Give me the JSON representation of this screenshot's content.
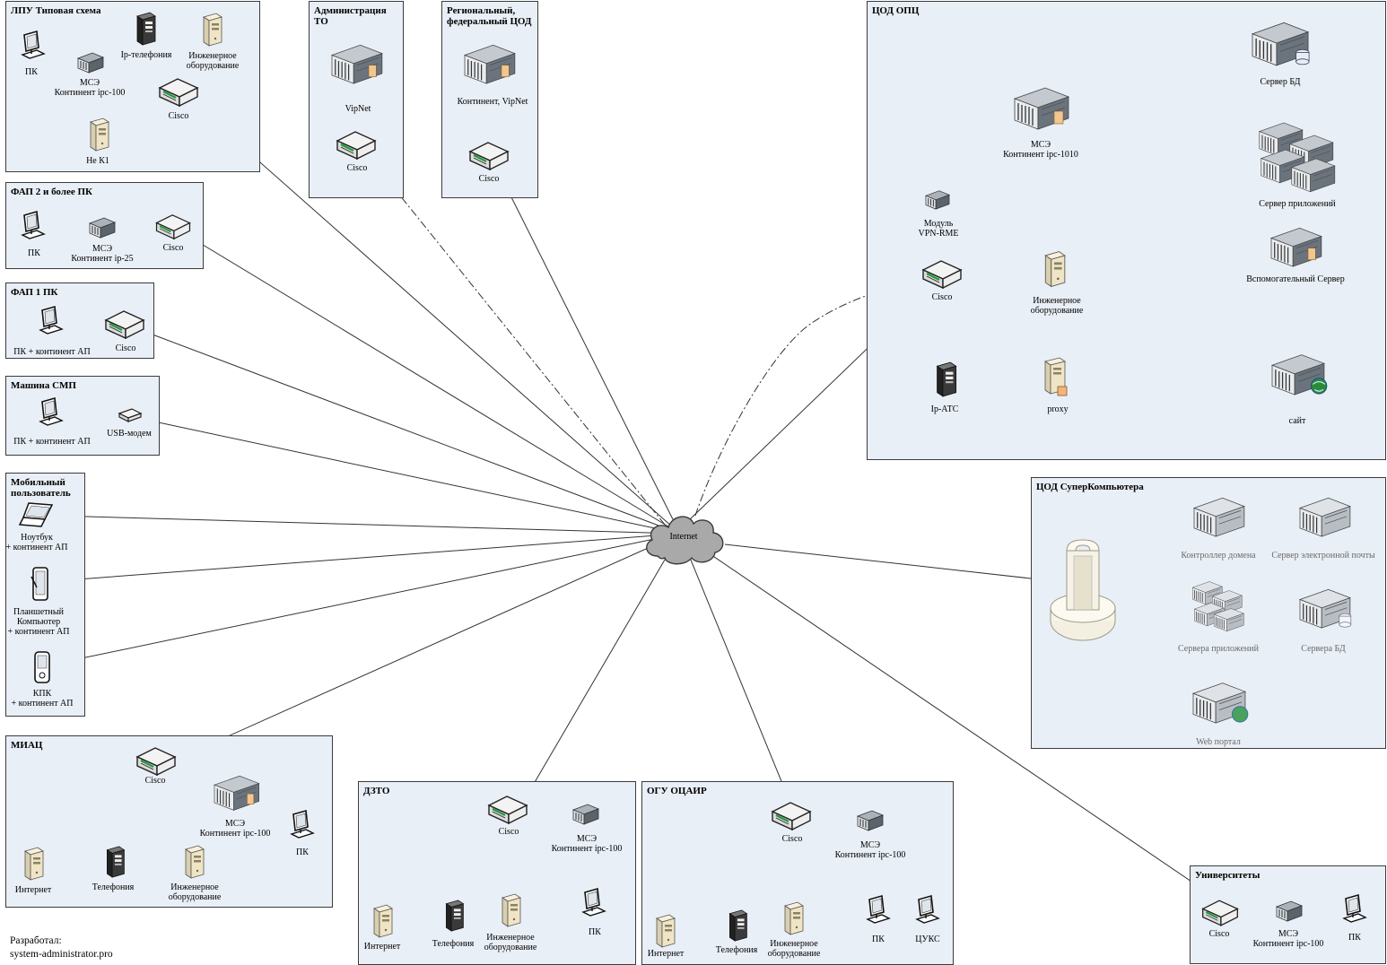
{
  "groups": {
    "lpu": "ЛПУ Типовая схема",
    "adm": "Администрация ТО",
    "reg": "Региональный,\nфедеральный ЦОД",
    "cod": "ЦОД ОПЦ",
    "fap2": "ФАП 2 и более ПК",
    "fap1": "ФАП 1 ПК",
    "smp": "Машина СМП",
    "mob": "Мобильный\nпользователь",
    "super": "ЦОД СуперКомпьютера",
    "miac": "МИАЦ",
    "dzto": "ДЗТО",
    "ogu": "ОГУ ОЦАИР",
    "univ": "Университеты"
  },
  "labels": {
    "lpu_pc": "ПК",
    "lpu_fw": "МСЭ\nКонтинент ipc-100",
    "lpu_ipt": "Ip-телефония",
    "lpu_eng": "Инженерное\nоборудование",
    "lpu_cisco": "Cisco",
    "lpu_k1": "Не К1",
    "adm_vipnet": "VipNet",
    "adm_cisco": "Cisco",
    "reg_srv": "Континент, VipNet",
    "reg_cisco": "Cisco",
    "fap2_pc": "ПК",
    "fap2_fw": "МСЭ\nКонтинент ip-25",
    "fap2_cisco": "Cisco",
    "fap1_pc": "ПК + континент АП",
    "fap1_cisco": "Cisco",
    "smp_pc": "ПК + континент АП",
    "smp_usb": "USB-модем",
    "mob_laptop": "Ноутбук\n+ континент АП",
    "mob_tablet": "Планшетный\nКомпьютер\n+ континент АП",
    "mob_pda": "КПК\n+ континент АП",
    "internet": "Internet",
    "cod_db": "Сервер БД",
    "cod_fw": "МСЭ\nКонтинент ipc-1010",
    "cod_app": "Сервер приложений",
    "cod_vpn": "Модуль\nVPN-RME",
    "cod_aux": "Вспомогательный Сервер",
    "cod_cisco": "Cisco",
    "cod_eng": "Инженерное\nоборудование",
    "cod_atc": "Ip-АТС",
    "cod_proxy": "proxy",
    "cod_site": "сайт",
    "sup_dc": "Контроллер домена",
    "sup_mail": "Сервер электронной почты",
    "sup_app": "Сервера приложений",
    "sup_db": "Сервера БД",
    "sup_web": "Web портал",
    "miac_cisco": "Cisco",
    "miac_fw": "МСЭ\nКонтинент ipc-100",
    "miac_pc": "ПК",
    "miac_inet": "Интернет",
    "miac_tel": "Телефония",
    "miac_eng": "Инженерное\nоборудование",
    "dzto_cisco": "Cisco",
    "dzto_fw": "МСЭ\nКонтинент ipc-100",
    "dzto_inet": "Интернет",
    "dzto_tel": "Телефония",
    "dzto_eng": "Инженерное\nоборудование",
    "dzto_pc": "ПК",
    "ogu_cisco": "Cisco",
    "ogu_fw": "МСЭ\nКонтинент ipc-100",
    "ogu_inet": "Интернет",
    "ogu_tel": "Телефония",
    "ogu_eng": "Инженерное\nоборудование",
    "ogu_pc": "ПК",
    "ogu_cuks": "ЦУКС",
    "univ_cisco": "Cisco",
    "univ_fw": "МСЭ\nКонтинент ipc-100",
    "univ_pc": "ПК"
  },
  "credit": "Разработал:\nsystem-administrator.pro",
  "colors": {
    "group_fill": "#e9eff6",
    "group_border": "#3b3b3b",
    "line": "#333333",
    "cloud": "#a9a9a9",
    "server_dark": "#6b737c",
    "server_light": "#c3c9cf",
    "tower_beige": "#efe4c4",
    "router_white": "#f3f3f3",
    "globe": "#2a8a3a",
    "faded": "#b7bdc3"
  },
  "icons": {
    "pc": "monitor-icon",
    "router": "cisco-router-icon",
    "firewall_small": "firewall-icon",
    "rack_server": "rack-server-icon",
    "tower_beige": "beige-tower-icon",
    "tower_black": "black-tower-icon",
    "cloud": "cloud-icon",
    "laptop": "laptop-icon",
    "tablet": "tablet-icon",
    "pda": "pda-icon",
    "usb_modem": "usb-modem-icon",
    "supercomputer": "supercomputer-icon"
  }
}
